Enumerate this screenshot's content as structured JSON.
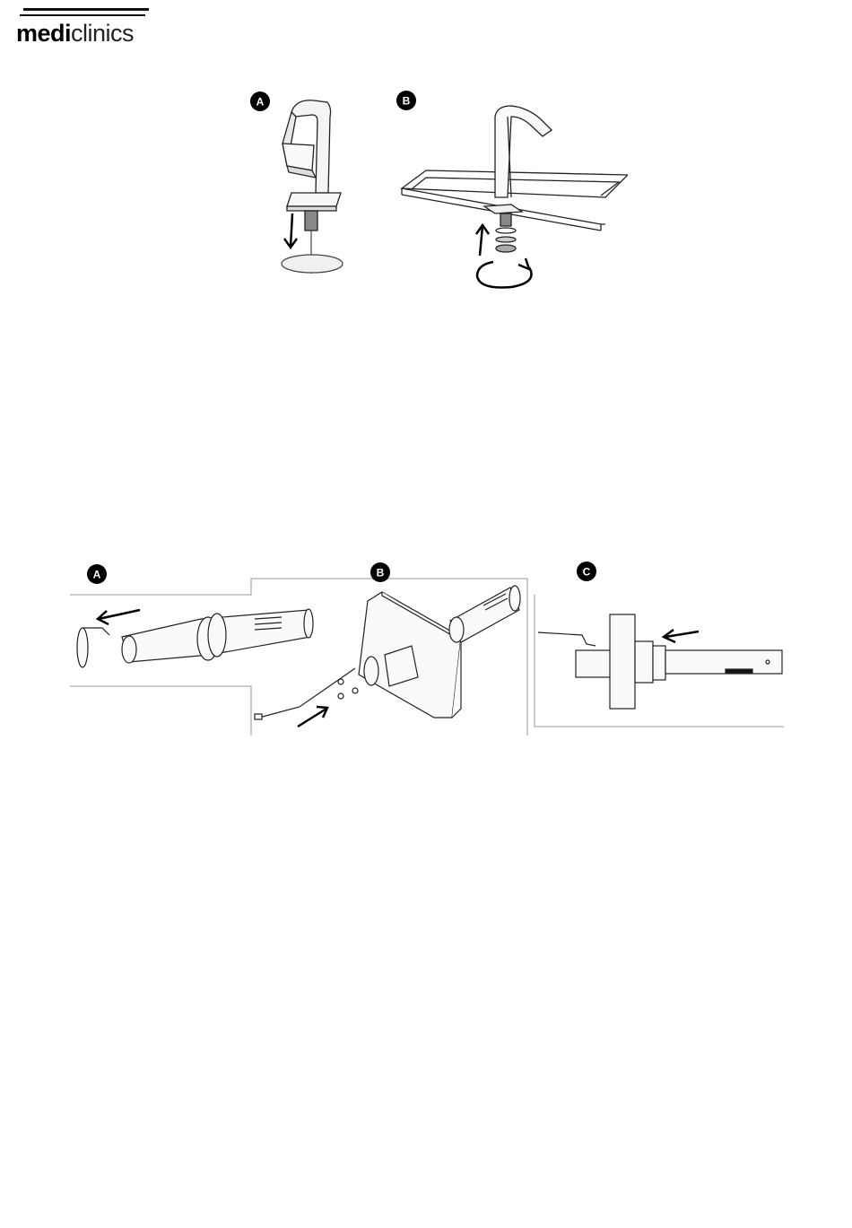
{
  "brand": {
    "name_bold": "medi",
    "name_light": "clinics"
  },
  "figure_top": {
    "labels": [
      "A",
      "B"
    ]
  },
  "figure_bottom": {
    "labels": [
      "A",
      "B",
      "C"
    ]
  }
}
